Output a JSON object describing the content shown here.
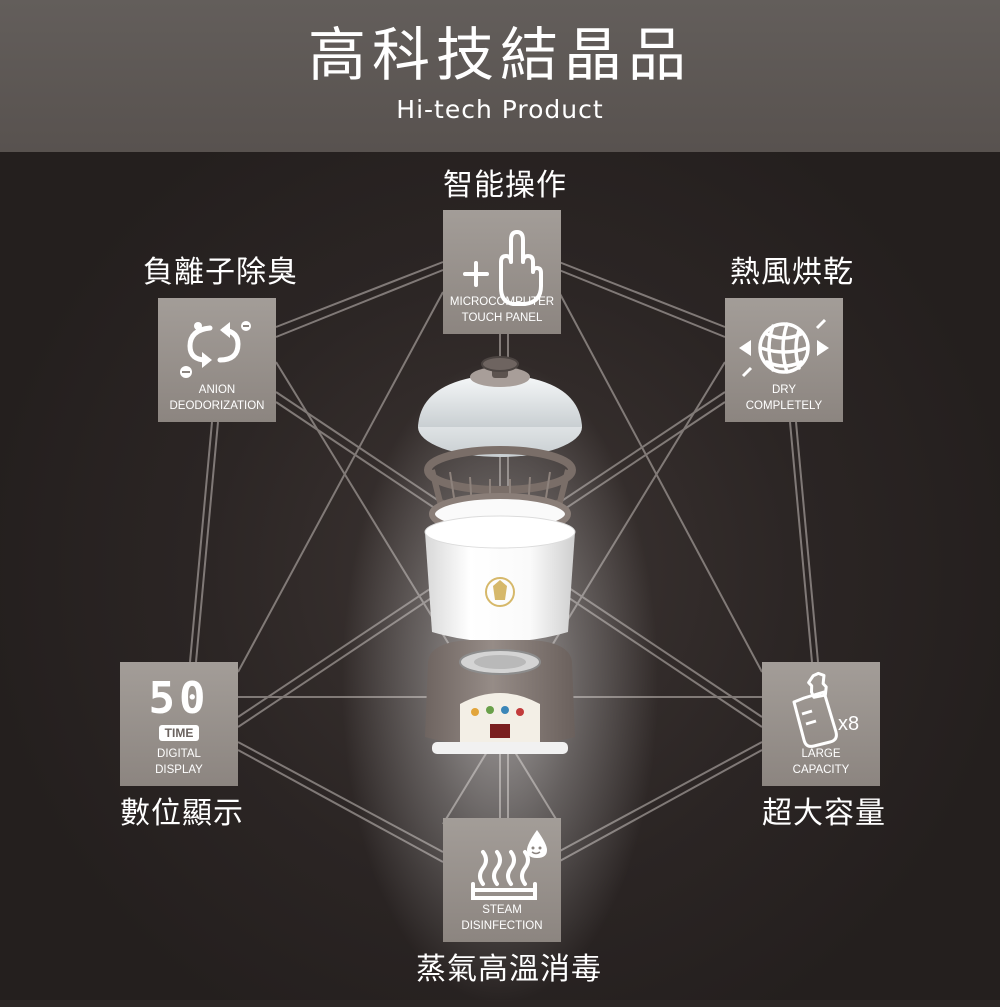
{
  "header": {
    "title": "高科技結晶品",
    "subtitle": "Hi-tech Product"
  },
  "features": {
    "smart": {
      "zh": "智能操作",
      "en": "MICROCOMPUTER\nTOUCH PANEL",
      "icon": "touch-hand-icon"
    },
    "anion": {
      "zh": "負離子除臭",
      "en": "ANION\nDEODORIZATION",
      "icon": "anion-cycle-icon"
    },
    "dry": {
      "zh": "熱風烘乾",
      "en": "DRY\nCOMPLETELY",
      "icon": "hot-air-dry-icon"
    },
    "digital": {
      "zh": "數位顯示",
      "en": "DIGITAL\nDISPLAY",
      "icon": "digital-display-icon",
      "display_value": "50",
      "display_label": "TIME"
    },
    "capacity": {
      "zh": "超大容量",
      "en": "LARGE\nCAPACITY",
      "icon": "bottle-icon",
      "count": "x8"
    },
    "steam": {
      "zh": "蒸氣高溫消毒",
      "en": "STEAM\nDISINFECTION",
      "icon": "steam-icon"
    }
  },
  "colors": {
    "background": "#2e2827",
    "header": "#5f5956",
    "box": "#988f8a",
    "text": "#ffffff",
    "lines": "#8a8380"
  }
}
